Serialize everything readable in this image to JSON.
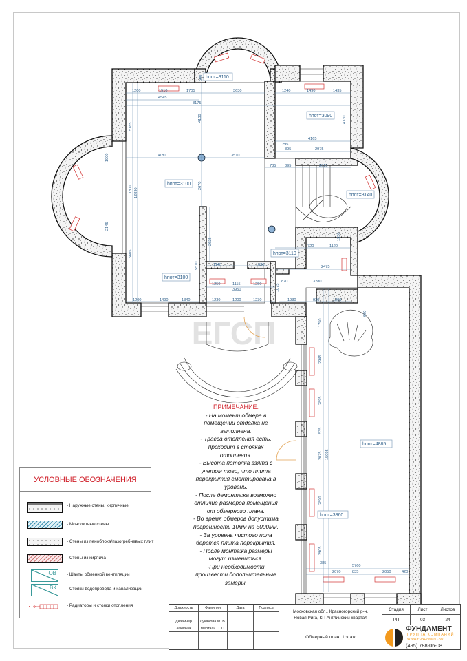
{
  "watermark": "ЕГСП",
  "plan": {
    "heights": [
      "hпот=3110",
      "hпот=3090",
      "hпот=3100",
      "hпот=3100",
      "hпот=3110",
      "hпот=3140",
      "hпот=4885",
      "hпот=3860"
    ],
    "dims": [
      "1200",
      "1510",
      "1705",
      "3630",
      "4545",
      "8175",
      "580",
      "1240",
      "1490",
      "1435",
      "4130",
      "4165",
      "295",
      "895",
      "2975",
      "785",
      "895",
      "2015",
      "5185",
      "4130",
      "4180",
      "3510",
      "1800",
      "12890",
      "2670",
      "5605",
      "2625",
      "5510",
      "1900",
      "2145",
      "1200",
      "1490",
      "1340",
      "1140",
      "1630",
      "1250",
      "1115",
      "1250",
      "3950",
      "1230",
      "1200",
      "1230",
      "870",
      "1075",
      "720",
      "1120",
      "1330",
      "2475",
      "3280",
      "1930",
      "930",
      "1290",
      "680",
      "1750",
      "2945",
      "2895",
      "535",
      "2075",
      "15095",
      "2890",
      "2905",
      "385",
      "5760",
      "2070",
      "835",
      "2050",
      "420"
    ]
  },
  "legend": {
    "title": "УСЛОВНЫЕ ОБОЗНАЧЕНИЯ",
    "items": [
      {
        "label": "- Наружные стены, кирпичные"
      },
      {
        "label": "- Монолитные стены"
      },
      {
        "label": "- Стены из пеноблока/пазогребневых плит"
      },
      {
        "label": "- Стены из кирпича"
      },
      {
        "label": "- Шахты обменной вентиляции",
        "code": "ОВ"
      },
      {
        "label": "- Стояки водопровода и канализации",
        "code": "ВК"
      },
      {
        "label": "- Радиаторы и стояки отопления"
      }
    ]
  },
  "note": {
    "title": "ПРИМЕЧАНИЕ:",
    "lines": [
      "- На момент обмера в",
      "помещении отделка не",
      "выполнена.",
      "- Трасса отопления есть,",
      "проходит в стояках",
      "отопления.",
      "- Высота потолка взята с",
      "учетом того, что плита",
      "перекрытия смонтирована в",
      "уровень.",
      "- После демонтажа возможно",
      "отличие размеров помещения",
      "от обмерного плана.",
      "- Во время обмеров допустима",
      "погрешность 10мм на 5000мм.",
      "- За уровень чистого пола",
      "берется плита перекрытия.",
      "- После монтажа размеры",
      "могут измениться.",
      "-При необходимости",
      "произвести дополнительные",
      "замеры."
    ]
  },
  "title_block": {
    "headers": [
      "Должность",
      "Фамилия",
      "Дата",
      "Подпись"
    ],
    "rows": [
      [
        "Дизайнер",
        "Луканова М. В."
      ],
      [
        "Заказчик",
        "Мертчан С. О."
      ]
    ],
    "address": "Московская обл., Красногорский р-н, Новая Рига, КП Английский квартал",
    "sheet_title": "Обмерный план. 1 этаж",
    "stage_label": "Стадия",
    "sheet_label": "Лист",
    "sheets_label": "Листов",
    "stage": "РП",
    "sheet": "03",
    "sheets": "24"
  },
  "logo": {
    "name": "ФУНДАМЕНТ",
    "subtitle": "ГРУППА КОМПАНИЙ",
    "url": "WWW.FUNDAMENT.RU",
    "phone": "(495) 788-06-08"
  },
  "colors": {
    "accent_red": "#d0202a",
    "dimension_blue": "#2e5f8a",
    "logo_orange": "#f39a1e"
  }
}
